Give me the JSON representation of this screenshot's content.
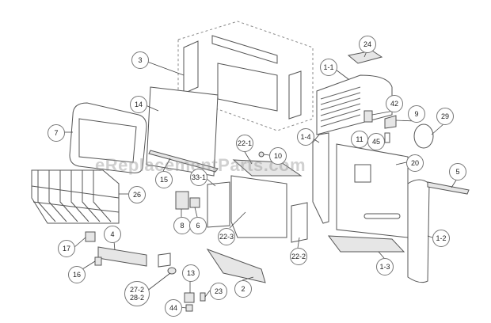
{
  "watermark": "eReplacementParts.com",
  "callouts": [
    "3",
    "24",
    "1-1",
    "14",
    "7",
    "42",
    "9",
    "29",
    "1-4",
    "11",
    "45",
    "22-1",
    "10",
    "20",
    "5",
    "15",
    "33-1",
    "26",
    "8",
    "6",
    "22-3",
    "22-2",
    "1-2",
    "17",
    "4",
    "16",
    "1-3",
    "27-2",
    "28-2",
    "13",
    "23",
    "2",
    "44"
  ]
}
